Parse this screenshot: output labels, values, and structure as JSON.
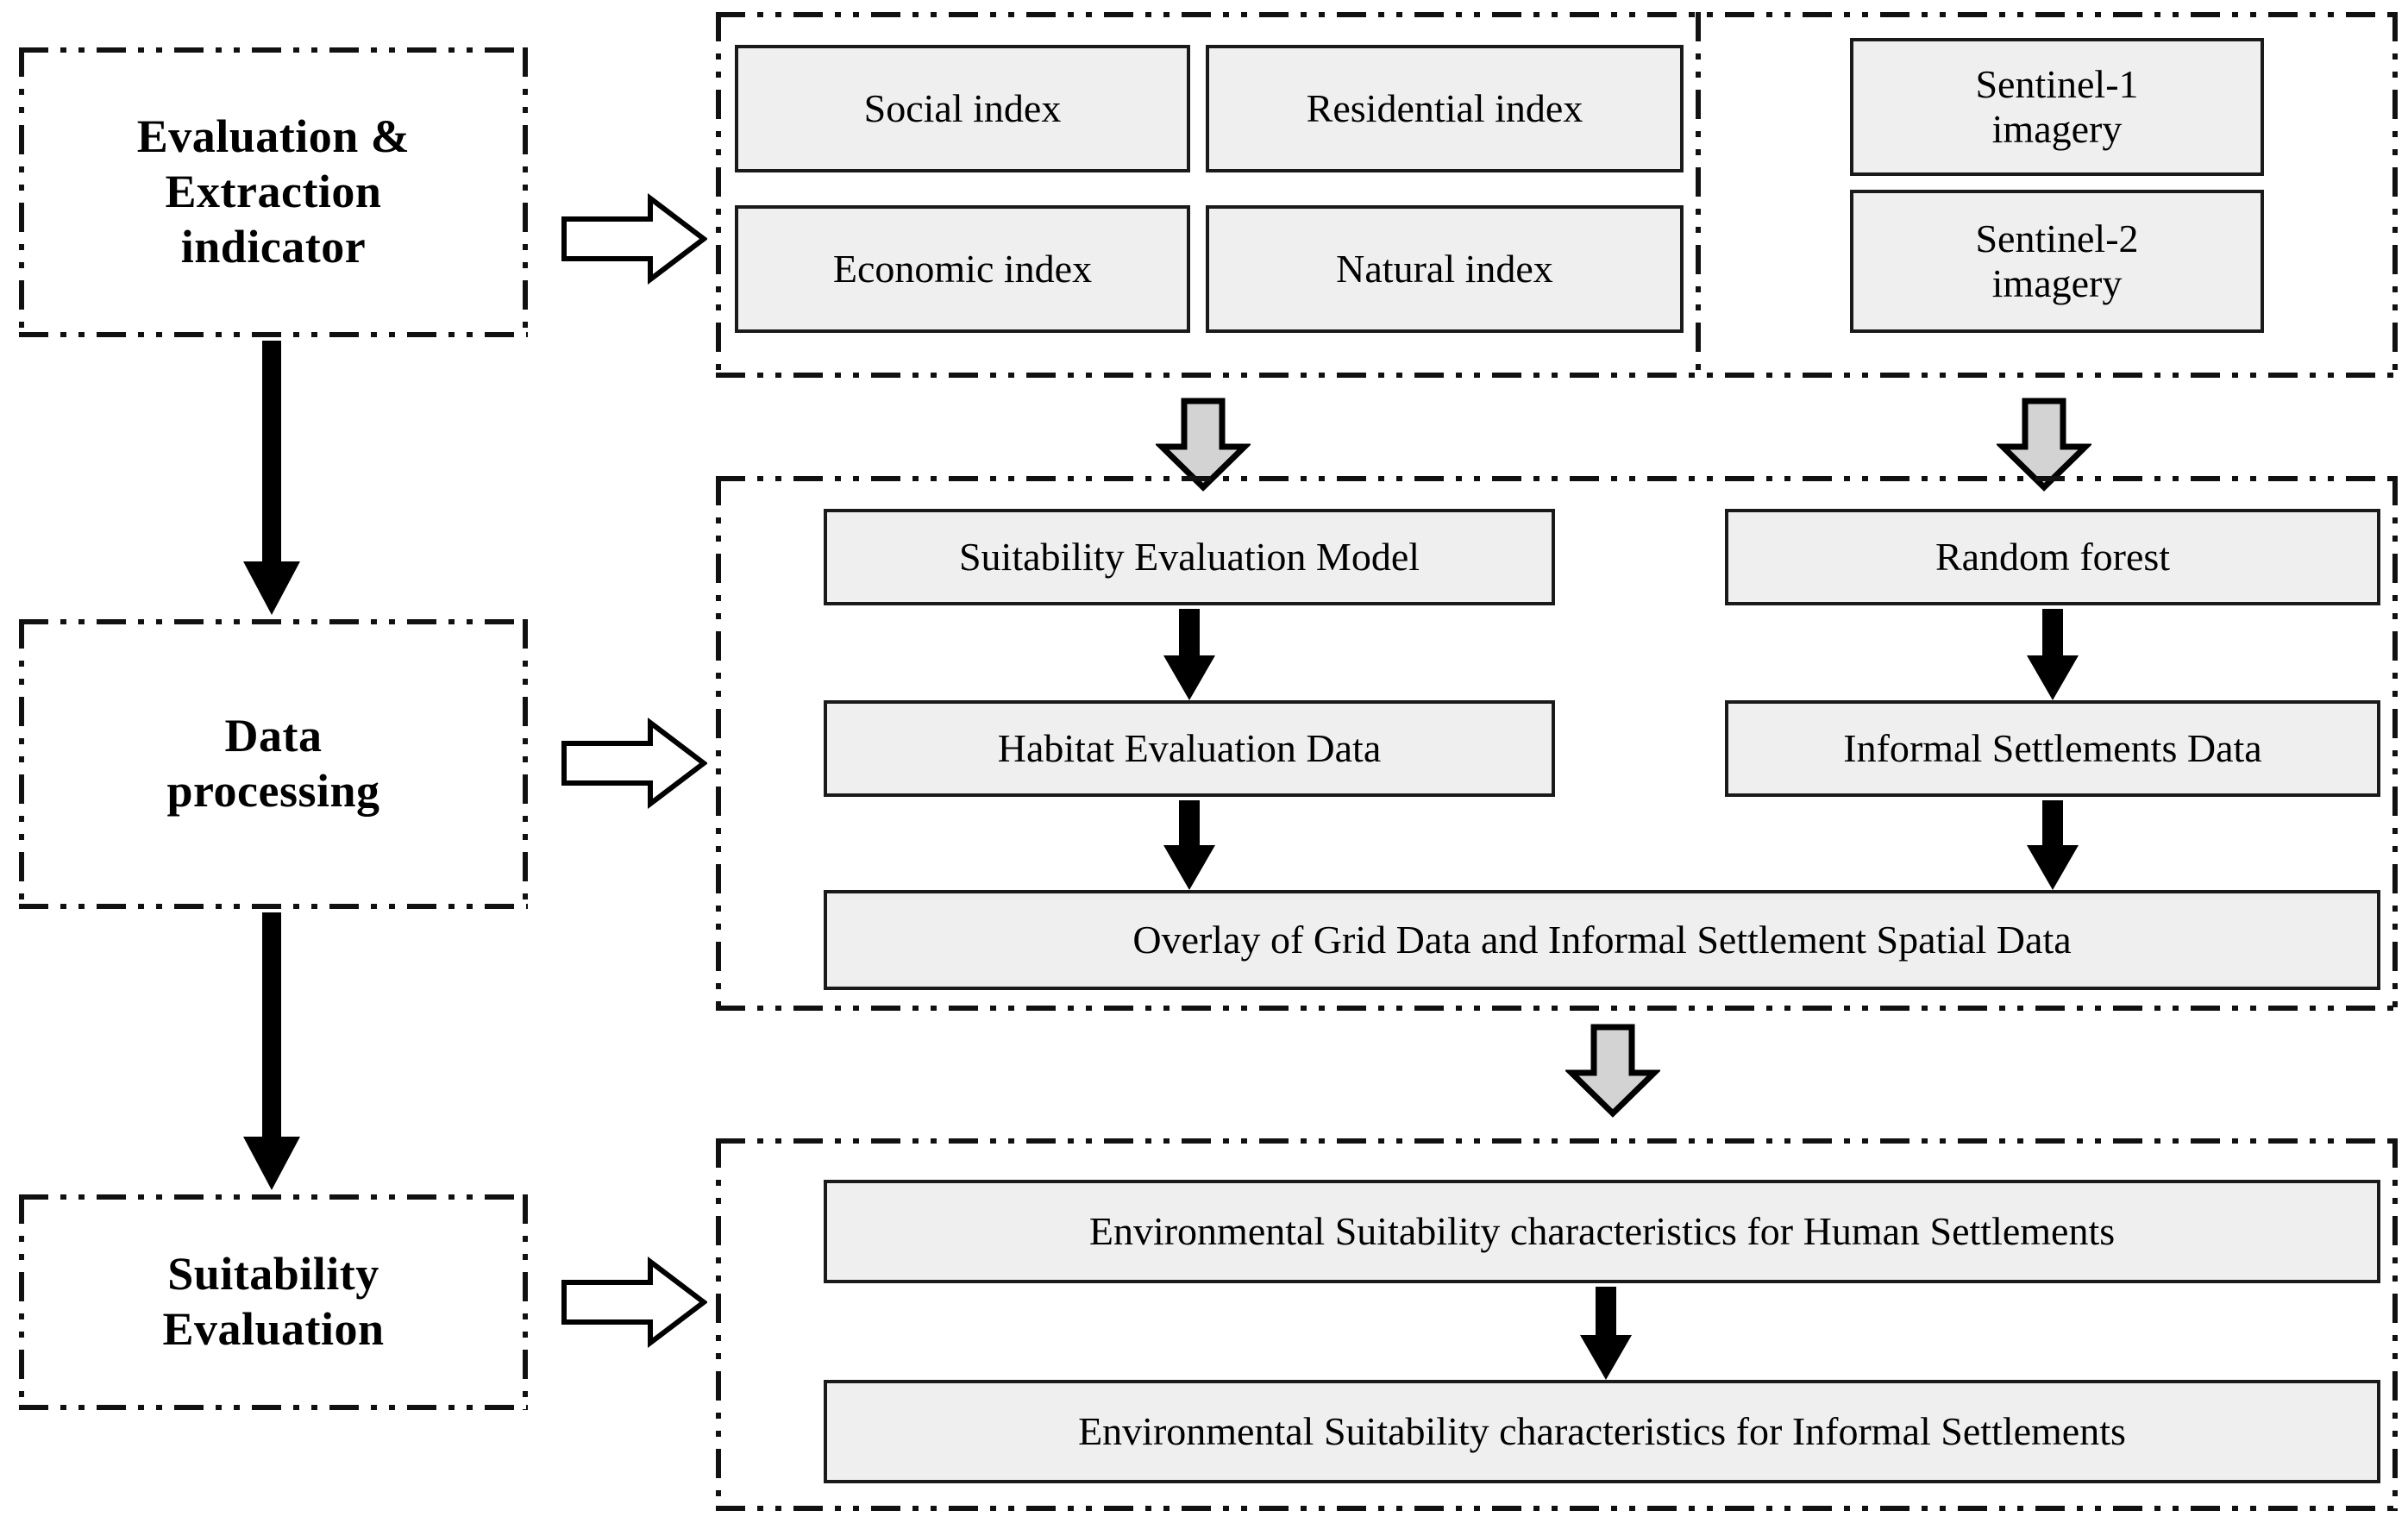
{
  "diagram": {
    "title": "Methodological framework flowchart",
    "colors": {
      "box_fill": "#efefef",
      "box_border": "#1a1a1a",
      "frame": "#111111",
      "block_arrow_fill": "#d3d3d3",
      "background": "#ffffff"
    }
  },
  "stages": [
    {
      "key": "indicator",
      "label": "Evaluation &\nExtraction\nindicator",
      "line1": "Evaluation &",
      "line2": "Extraction",
      "line3": "indicator"
    },
    {
      "key": "processing",
      "label": "Data\nprocessing",
      "line1": "Data",
      "line2": "processing",
      "line3": ""
    },
    {
      "key": "suitability",
      "label": "Suitability\nEvaluation",
      "line1": "Suitability",
      "line2": "Evaluation",
      "line3": ""
    }
  ],
  "panel_indicators": {
    "indices": [
      {
        "id": "social-index",
        "label": "Social index"
      },
      {
        "id": "residential-index",
        "label": "Residential index"
      },
      {
        "id": "economic-index",
        "label": "Economic index"
      },
      {
        "id": "natural-index",
        "label": "Natural index"
      }
    ],
    "imagery": [
      {
        "id": "sentinel-1-imagery",
        "line1": "Sentinel-1",
        "line2": "imagery"
      },
      {
        "id": "sentinel-2-imagery",
        "line1": "Sentinel-2",
        "line2": "imagery"
      }
    ]
  },
  "panel_processing": {
    "left_column": [
      {
        "id": "suitability-evaluation-model",
        "label": "Suitability Evaluation Model"
      },
      {
        "id": "habitat-evaluation-data",
        "label": "Habitat Evaluation Data"
      }
    ],
    "right_column": [
      {
        "id": "random-forest",
        "label": "Random forest"
      },
      {
        "id": "informal-settlements-data",
        "label": "Informal Settlements Data"
      }
    ],
    "merged": {
      "id": "overlay-grid-informal",
      "label": "Overlay of Grid Data and Informal Settlement Spatial Data"
    }
  },
  "panel_results": {
    "items": [
      {
        "id": "env-suitability-human",
        "label": "Environmental Suitability characteristics for Human Settlements"
      },
      {
        "id": "env-suitability-informal",
        "label": "Environmental Suitability characteristics for Informal Settlements"
      }
    ]
  },
  "icons": {
    "hollow_right_arrow": "hollow-right-arrow-icon",
    "grey_block_down_arrow": "grey-block-down-arrow-icon",
    "solid_down_arrow": "solid-down-arrow-icon"
  }
}
